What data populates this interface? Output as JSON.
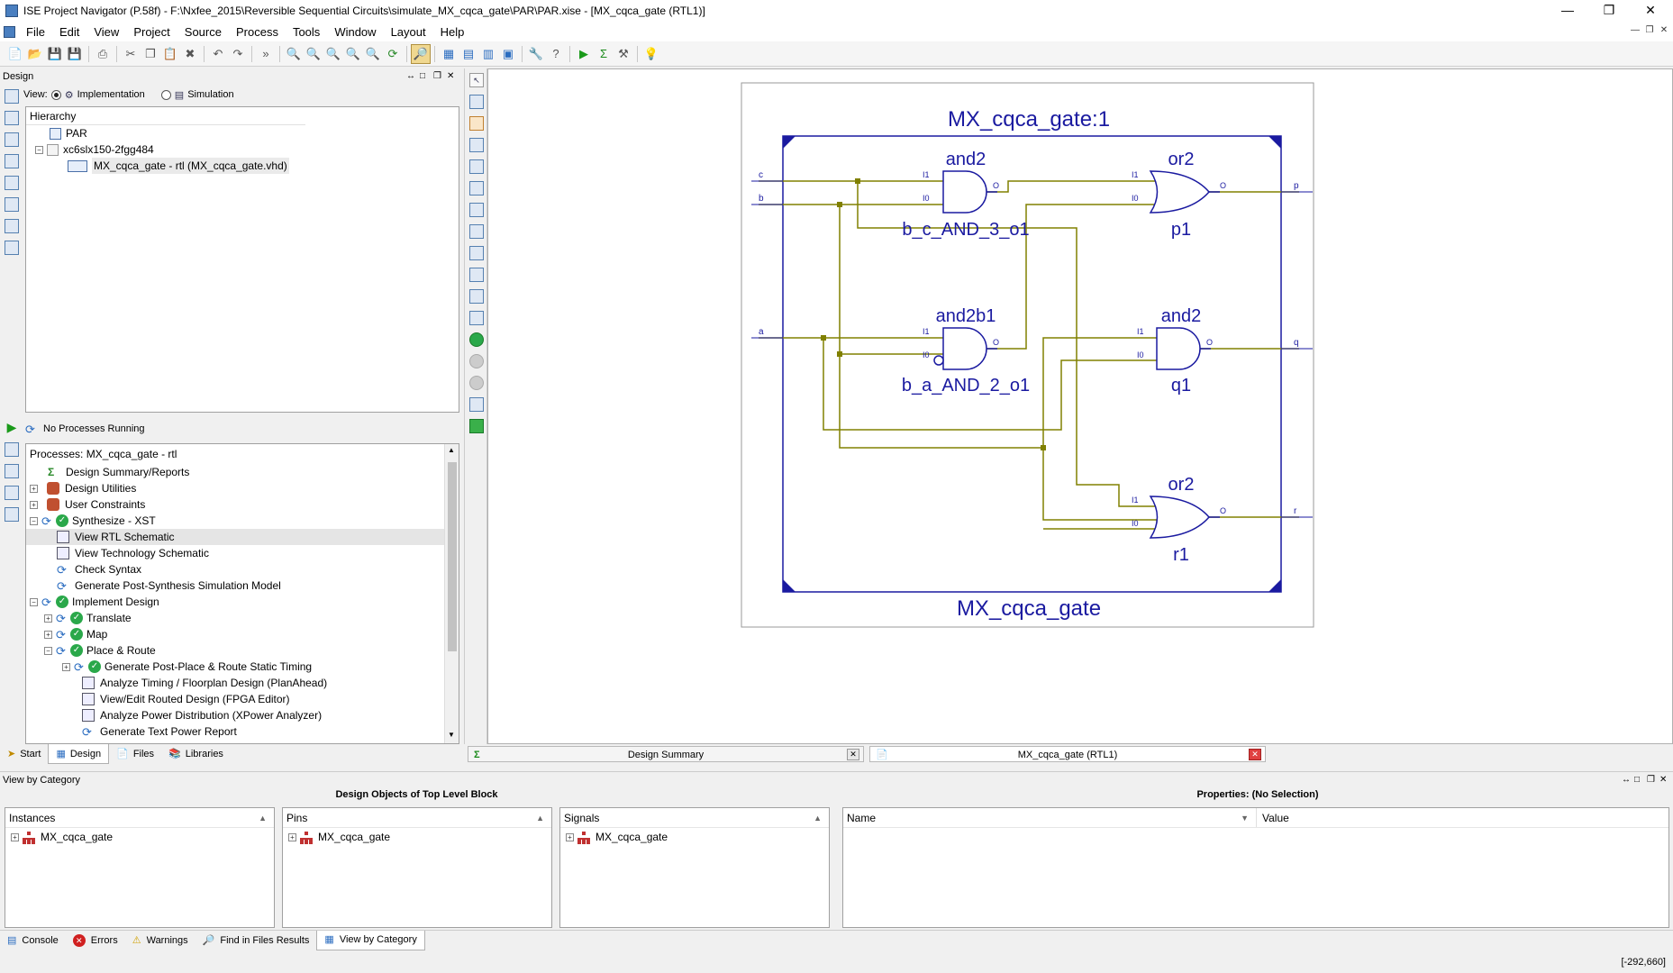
{
  "window": {
    "title": "ISE Project Navigator (P.58f) - F:\\Nxfee_2015\\Reversible Sequential Circuits\\simulate_MX_cqca_gate\\PAR\\PAR.xise - [MX_cqca_gate (RTL1)]",
    "minimize": "—",
    "restore": "❐",
    "close": "✕"
  },
  "menu": [
    "File",
    "Edit",
    "View",
    "Project",
    "Source",
    "Process",
    "Tools",
    "Window",
    "Layout",
    "Help"
  ],
  "design_panel": {
    "title": "Design",
    "view_label": "View:",
    "view_implementation": "Implementation",
    "view_simulation": "Simulation",
    "hierarchy_header": "Hierarchy",
    "tree": [
      "PAR",
      "xc6slx150-2fgg484",
      "MX_cqca_gate - rtl (MX_cqca_gate.vhd)"
    ]
  },
  "processes": {
    "status": "No Processes Running",
    "header": "Processes: MX_cqca_gate - rtl",
    "items": [
      "Design Summary/Reports",
      "Design Utilities",
      "User Constraints",
      "Synthesize - XST",
      "View RTL Schematic",
      "View Technology Schematic",
      "Check Syntax",
      "Generate Post-Synthesis Simulation Model",
      "Implement Design",
      "Translate",
      "Map",
      "Place & Route",
      "Generate Post-Place & Route Static Timing",
      "Analyze Timing / Floorplan Design (PlanAhead)",
      "View/Edit Routed Design (FPGA Editor)",
      "Analyze Power Distribution (XPower Analyzer)",
      "Generate Text Power Report"
    ]
  },
  "left_tabs": [
    "Start",
    "Design",
    "Files",
    "Libraries"
  ],
  "doc_tabs": [
    "Design Summary",
    "MX_cqca_gate (RTL1)"
  ],
  "schematic": {
    "top_label": "MX_cqca_gate:1",
    "bottom_label": "MX_cqca_gate",
    "inputs": [
      "c",
      "b",
      "a"
    ],
    "outputs": [
      "p",
      "q",
      "r"
    ],
    "gates": [
      {
        "type": "and2",
        "name": "b_c_AND_3_o1"
      },
      {
        "type": "or2",
        "name": "p1"
      },
      {
        "type": "and2b1",
        "name": "b_a_AND_2_o1"
      },
      {
        "type": "and2",
        "name": "q1"
      },
      {
        "type": "or2",
        "name": "r1"
      }
    ],
    "pin_i1": "I1",
    "pin_i0": "I0",
    "pin_o": "O",
    "wire_color": "#808000",
    "gate_color": "#1a1aa0"
  },
  "view_by_category": {
    "header": "View by Category",
    "design_objects_title": "Design Objects of Top Level Block",
    "properties_title": "Properties: (No Selection)",
    "instances_header": "Instances",
    "pins_header": "Pins",
    "signals_header": "Signals",
    "name_header": "Name",
    "value_header": "Value",
    "instances": "MX_cqca_gate",
    "pins": "MX_cqca_gate",
    "signals": "MX_cqca_gate"
  },
  "bottom_tabs": [
    "Console",
    "Errors",
    "Warnings",
    "Find in Files Results",
    "View by Category"
  ],
  "status": {
    "coords": "[-292,660]"
  }
}
